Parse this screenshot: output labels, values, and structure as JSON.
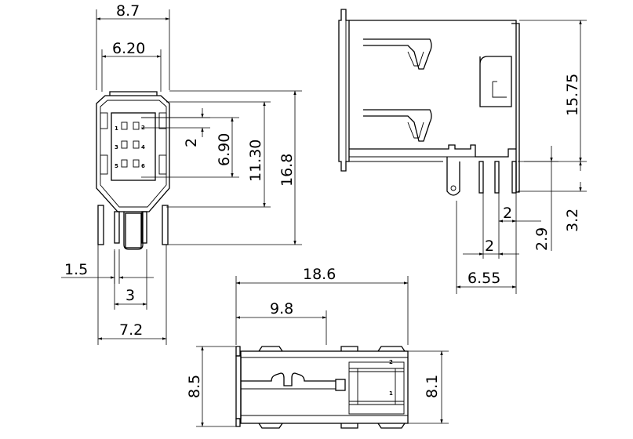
{
  "dimensions": {
    "width_8_7": "8.7",
    "width_6_20": "6.20",
    "pitch_2_front": "2",
    "height_6_90": "6.90",
    "height_11_30": "11.30",
    "height_16_8": "16.8",
    "pitch_1_5": "1.5",
    "spacing_3": "3",
    "spacing_7_2": "7.2",
    "height_15_75": "15.75",
    "height_3_2": "3.2",
    "pitch_2_side_top": "2",
    "pitch_2_side_bottom": "2",
    "offset_2_9": "2.9",
    "length_6_55": "6.55",
    "length_18_6": "18.6",
    "length_9_8": "9.8",
    "height_8_5": "8.5",
    "height_8_1": "8.1"
  },
  "pin_labels": {
    "p1": "1",
    "p2": "2",
    "p3": "3",
    "p4": "4",
    "p5": "5",
    "p6": "6",
    "bottom_p1": "1",
    "bottom_p2": "2"
  }
}
